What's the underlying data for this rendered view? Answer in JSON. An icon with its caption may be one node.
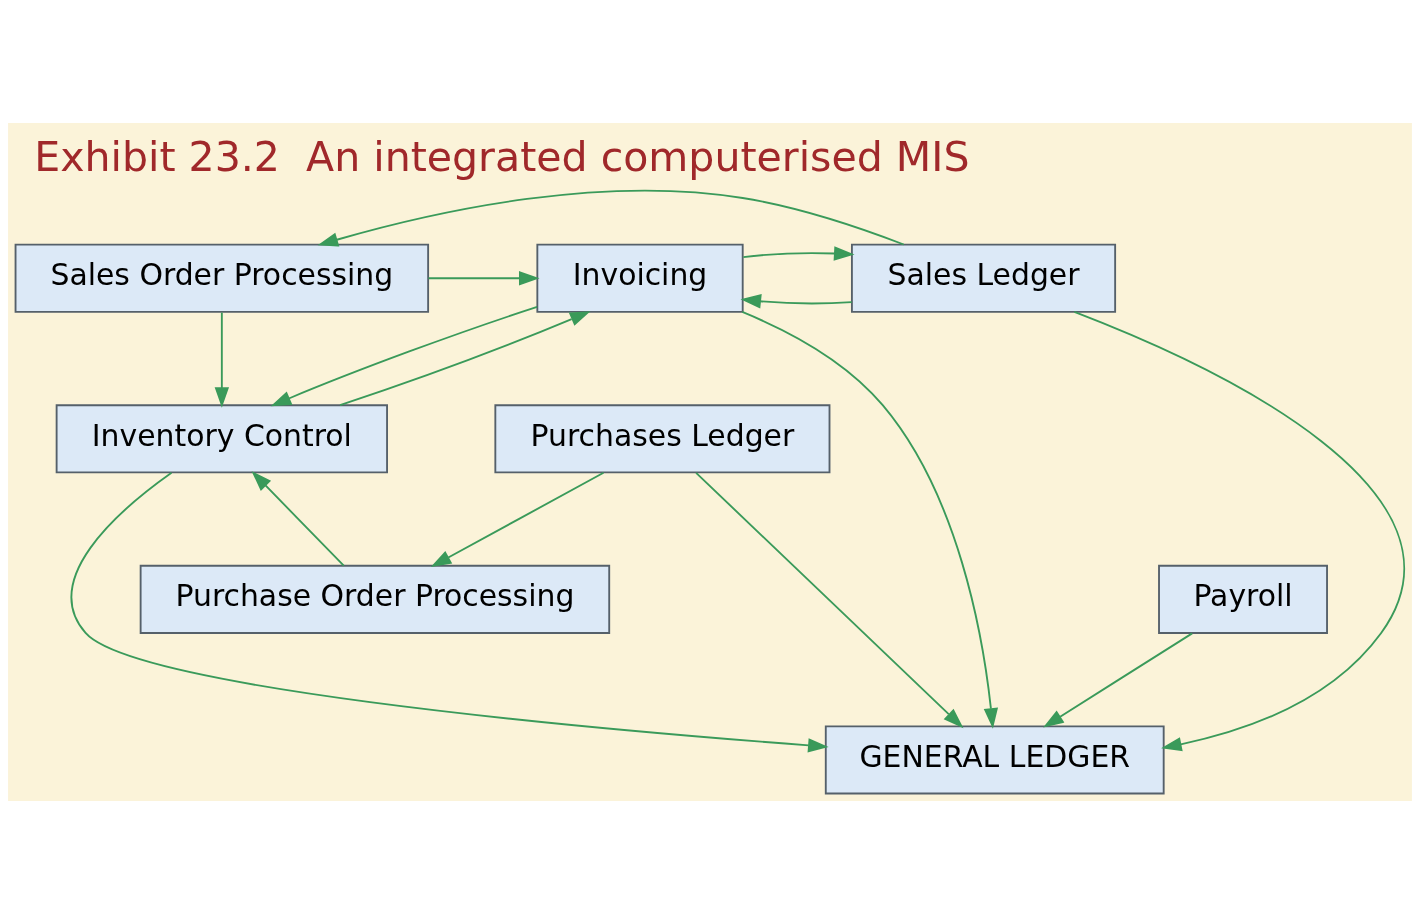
{
  "diagram": {
    "title": "Exhibit 23.2  An integrated computerised MIS",
    "nodes": [
      {
        "text": [
          "Invoicing"
        ]
      },
      {
        "text": [
          "Sales Order Processing"
        ]
      },
      {
        "text": [
          "Sales Ledger"
        ]
      },
      {
        "text": [
          "Inventory Control"
        ]
      },
      {
        "text": [
          "Purchases Ledger"
        ]
      },
      {
        "text": [
          "Purchase Order Processing"
        ]
      },
      {
        "text": [
          "Payroll"
        ]
      },
      {
        "text": [
          "GENERAL LEDGER"
        ]
      }
    ],
    "edges": [
      {
        "from": 2,
        "to": 0,
        "arrow": "to"
      },
      {
        "from": 0,
        "to": 2,
        "arrow": "to"
      },
      {
        "from": 1,
        "to": 0,
        "arrow": "to"
      },
      {
        "from": 2,
        "to": 1,
        "arrow": "to"
      },
      {
        "from": 2,
        "to": 7,
        "arrow": "to"
      },
      {
        "from": 1,
        "to": 3,
        "arrow": "to"
      },
      {
        "from": 3,
        "to": 0,
        "arrow": "to"
      },
      {
        "from": 0,
        "to": 3,
        "arrow": "to"
      },
      {
        "from": 5,
        "to": 3,
        "arrow": "to"
      },
      {
        "from": 4,
        "to": 5,
        "arrow": "to"
      },
      {
        "from": 3,
        "to": 7,
        "arrow": "to"
      },
      {
        "from": 0,
        "to": 7,
        "arrow": "to"
      },
      {
        "from": 6,
        "to": 7,
        "arrow": "to"
      },
      {
        "from": 4,
        "to": 7,
        "arrow": "to"
      }
    ]
  }
}
